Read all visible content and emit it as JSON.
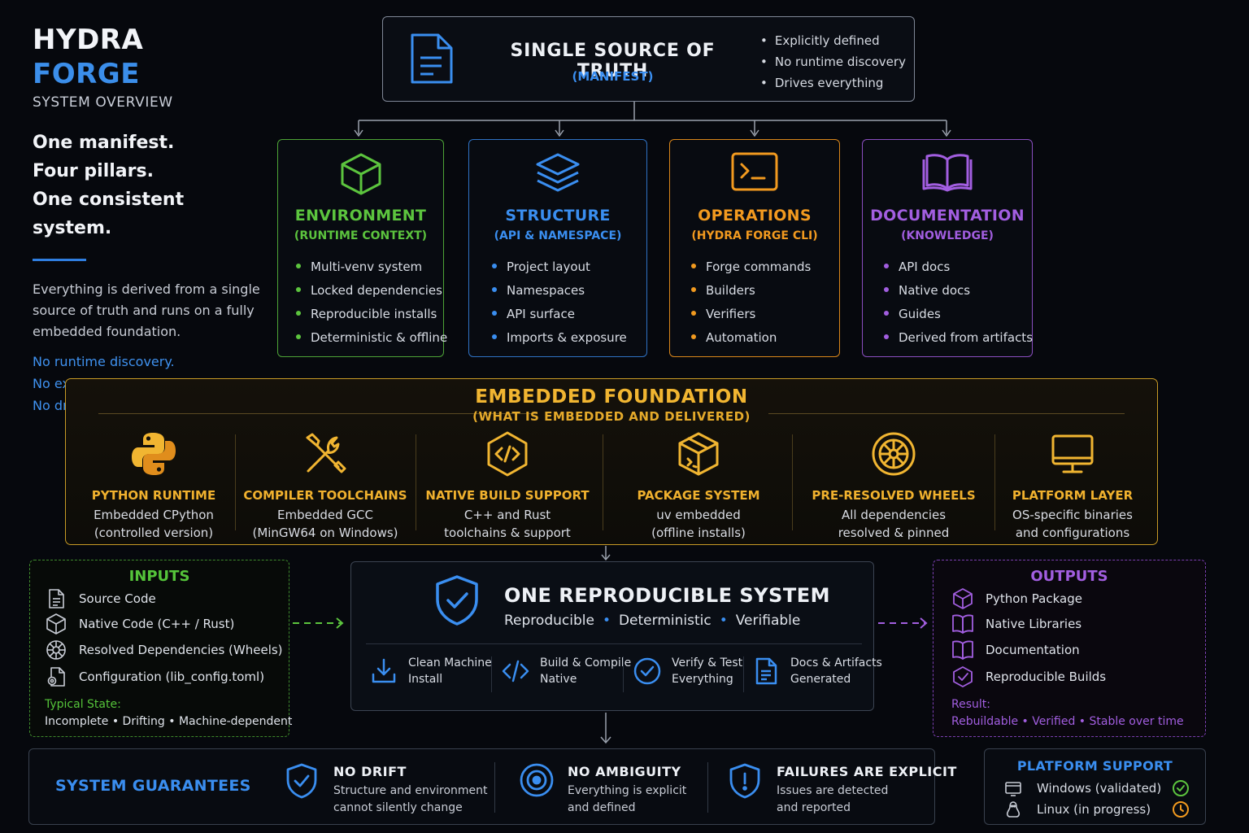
{
  "brand": {
    "word1": "HYDRA",
    "word2": "FORGE",
    "subtitle": "SYSTEM OVERVIEW"
  },
  "tagline": [
    "One manifest.",
    "Four pillars.",
    "One consistent system."
  ],
  "intro_text": "Everything is derived from a single source of truth and runs on a fully embedded foundation.",
  "no_list": [
    "No runtime discovery.",
    "No external assumptions.",
    "No drift."
  ],
  "source_of_truth": {
    "title": "SINGLE SOURCE OF TRUTH",
    "subtitle": "(MANIFEST)",
    "icon": "document-icon",
    "bullets": [
      "Explicitly defined",
      "No runtime discovery",
      "Drives everything"
    ]
  },
  "pillars": [
    {
      "title": "ENVIRONMENT",
      "subtitle": "(RUNTIME CONTEXT)",
      "icon": "cube-icon",
      "color": "#5cc43e",
      "items": [
        "Multi-venv system",
        "Locked dependencies",
        "Reproducible installs",
        "Deterministic & offline"
      ]
    },
    {
      "title": "STRUCTURE",
      "subtitle": "(API & NAMESPACE)",
      "icon": "layers-icon",
      "color": "#3a8ef0",
      "items": [
        "Project layout",
        "Namespaces",
        "API surface",
        "Imports & exposure"
      ]
    },
    {
      "title": "OPERATIONS",
      "subtitle": "(HYDRA FORGE CLI)",
      "icon": "terminal-icon",
      "color": "#f29a1f",
      "items": [
        "Forge commands",
        "Builders",
        "Verifiers",
        "Automation"
      ]
    },
    {
      "title": "DOCUMENTATION",
      "subtitle": "(KNOWLEDGE)",
      "icon": "book-icon",
      "color": "#a25ee0",
      "items": [
        "API docs",
        "Native docs",
        "Guides",
        "Derived from artifacts"
      ]
    }
  ],
  "foundation": {
    "title": "EMBEDDED FOUNDATION",
    "subtitle": "(WHAT IS EMBEDDED AND DELIVERED)",
    "items": [
      {
        "name": "PYTHON RUNTIME",
        "desc": [
          "Embedded CPython",
          "(controlled version)"
        ],
        "icon": "python-icon"
      },
      {
        "name": "COMPILER TOOLCHAINS",
        "desc": [
          "Embedded GCC",
          "(MinGW64 on Windows)"
        ],
        "icon": "tools-icon"
      },
      {
        "name": "NATIVE BUILD SUPPORT",
        "desc": [
          "C++ and Rust",
          "toolchains & support"
        ],
        "icon": "code-hexagon-icon"
      },
      {
        "name": "PACKAGE SYSTEM",
        "desc": [
          "uv embedded",
          "(offline installs)"
        ],
        "icon": "package-icon"
      },
      {
        "name": "PRE-RESOLVED WHEELS",
        "desc": [
          "All dependencies",
          "resolved & pinned"
        ],
        "icon": "wheel-icon"
      },
      {
        "name": "PLATFORM LAYER",
        "desc": [
          "OS-specific binaries",
          "and configurations"
        ],
        "icon": "monitor-icon"
      }
    ]
  },
  "inputs": {
    "title": "INPUTS",
    "items": [
      {
        "label": "Source Code",
        "icon": "file-icon"
      },
      {
        "label": "Native Code (C++ / Rust)",
        "icon": "cube-icon"
      },
      {
        "label": "Resolved Dependencies (Wheels)",
        "icon": "gear-icon"
      },
      {
        "label": "Configuration (lib_config.toml)",
        "icon": "config-file-icon"
      }
    ],
    "state_label": "Typical State:",
    "state_values": "Incomplete  •  Drifting  •  Machine-dependent"
  },
  "system": {
    "title": "ONE REPRODUCIBLE SYSTEM",
    "props": [
      "Reproducible",
      "Deterministic",
      "Verifiable"
    ],
    "steps": [
      {
        "line1": "Clean Machine",
        "line2": "Install",
        "icon": "download-icon"
      },
      {
        "line1": "Build & Compile",
        "line2": "Native",
        "icon": "code-icon"
      },
      {
        "line1": "Verify & Test",
        "line2": "Everything",
        "icon": "check-circle-icon"
      },
      {
        "line1": "Docs & Artifacts",
        "line2": "Generated",
        "icon": "document-icon"
      }
    ]
  },
  "outputs": {
    "title": "OUTPUTS",
    "items": [
      {
        "label": "Python Package",
        "icon": "cube-icon"
      },
      {
        "label": "Native Libraries",
        "icon": "book-icon"
      },
      {
        "label": "Documentation",
        "icon": "book-open-icon"
      },
      {
        "label": "Reproducible Builds",
        "icon": "badge-check-icon"
      }
    ],
    "result_label": "Result:",
    "result_values": "Rebuildable  •  Verified  •  Stable over time"
  },
  "guarantees": {
    "title": "SYSTEM GUARANTEES",
    "items": [
      {
        "name": "NO DRIFT",
        "desc": [
          "Structure and environment",
          "cannot silently change"
        ],
        "icon": "shield-check-icon"
      },
      {
        "name": "NO AMBIGUITY",
        "desc": [
          "Everything is explicit",
          "and defined"
        ],
        "icon": "target-icon"
      },
      {
        "name": "FAILURES ARE EXPLICIT",
        "desc": [
          "Issues are detected",
          "and reported"
        ],
        "icon": "shield-alert-icon"
      }
    ]
  },
  "platform_support": {
    "title": "PLATFORM SUPPORT",
    "items": [
      {
        "label": "Windows (validated)",
        "icon": "windows-icon",
        "status_icon": "check-circle-icon",
        "status_color": "#5cc43e"
      },
      {
        "label": "Linux (in progress)",
        "icon": "linux-icon",
        "status_icon": "clock-icon",
        "status_color": "#f29a1f"
      }
    ]
  },
  "colors": {
    "green": "#5cc43e",
    "blue": "#3a8ef0",
    "orange": "#f29a1f",
    "purple": "#a25ee0",
    "gold": "#f1b531"
  }
}
